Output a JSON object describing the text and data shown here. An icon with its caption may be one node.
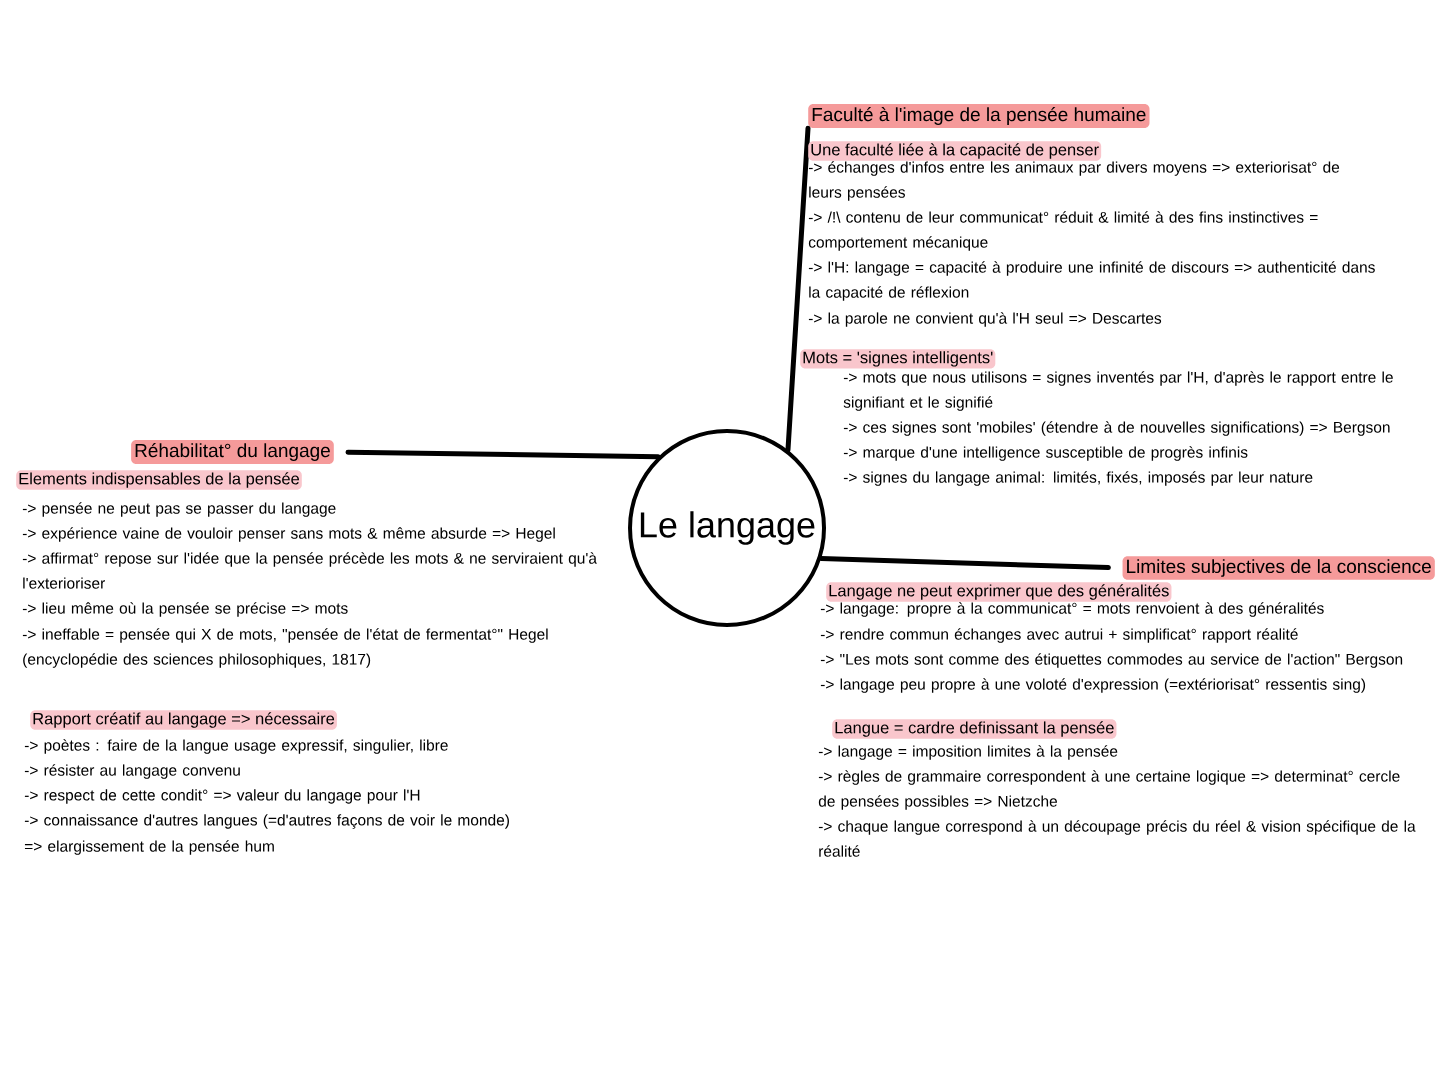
{
  "diagram": {
    "nodes": [
      {
        "text": [
          "Le langage"
        ]
      },
      {
        "text": [
          "Faculté à l'image de la pensée humaine"
        ]
      },
      {
        "text": [
          "Réhabilitat° du langage"
        ]
      },
      {
        "text": [
          "Limites subjectives de la conscience"
        ]
      }
    ],
    "edges": [
      {
        "from": 0,
        "to": 1,
        "arrow": "none"
      },
      {
        "from": 2,
        "to": 0,
        "arrow": "none"
      },
      {
        "from": 0,
        "to": 3,
        "arrow": "none"
      }
    ],
    "labels": [
      "Une faculté liée à la capacité de penser",
      "-> échanges d'infos entre les animaux par divers moyens => exteriorisat° de leurs pensées",
      "-> /!\\ contenu de leur communicat° réduit & limité à des fins instinctives = comportement mécanique",
      "-> l'H: langage = capacité à produire une infinité de discours => authenticité dans la capacité de réflexion",
      "-> la parole ne convient qu'à l'H seul => Descartes",
      "Mots = 'signes intelligents'",
      "-> mots que nous utilisons = signes inventés par l'H, d'après le rapport entre le signifiant et le signifié",
      "-> ces signes sont 'mobiles' (étendre à de nouvelles significations) => Bergson",
      "-> marque d'une intelligence susceptible de progrès infinis",
      "-> signes du langage animal: limités, fixés, imposés par leur nature",
      "Elements indispensables de la pensée",
      "-> pensée ne peut pas se passer du langage",
      "-> expérience vaine de vouloir penser sans mots & même absurde => Hegel",
      "-> affirmat° repose sur l'idée que la pensée précède les mots & ne serviraient qu'à l'exterioriser",
      "-> lieu même où la pensée se précise => mots",
      "-> ineffable = pensée qui X de mots, \"pensée de l'état de fermentat°\" Hegel (encyclopédie des sciences philosophiques, 1817)",
      "Rapport créatif au langage => nécessaire",
      "-> poètes : faire de la langue usage expressif, singulier, libre",
      "-> résister au langage convenu",
      "-> respect de cette condit° => valeur du langage pour l'H",
      "-> connaissance d'autres langues (=d'autres façons de voir le monde)",
      "=> elargissement de la pensée hum",
      "Langage ne peut exprimer que des généralités",
      "-> langage: propre à la communicat° = mots renvoient à des généralités",
      "-> rendre commun échanges avec autrui + simplificat° rapport réalité",
      "-> \"Les mots sont comme des étiquettes commodes au service de l'action\" Bergson",
      "-> langage peu propre à une voloté d'expression (=extériorisat° ressentis sing)",
      "Langue = cardre definissant la pensée",
      "-> langage = imposition limites à la pensée",
      "-> règles de grammaire correspondent à une certaine logique => determinat° cercle de pensées possibles => Nietzche",
      "-> chaque langue correspond à un découpage précis du réel & vision spécifique de la réalité"
    ]
  }
}
